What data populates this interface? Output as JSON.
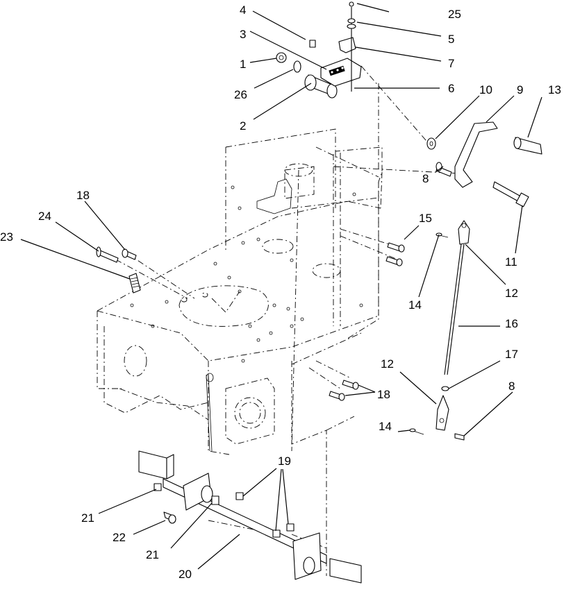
{
  "figure": {
    "callouts": [
      {
        "id": "c1",
        "label": "1"
      },
      {
        "id": "c2",
        "label": "2"
      },
      {
        "id": "c3",
        "label": "3"
      },
      {
        "id": "c4",
        "label": "4"
      },
      {
        "id": "c5",
        "label": "5"
      },
      {
        "id": "c6",
        "label": "6"
      },
      {
        "id": "c7",
        "label": "7"
      },
      {
        "id": "c8a",
        "label": "8"
      },
      {
        "id": "c8b",
        "label": "8"
      },
      {
        "id": "c9",
        "label": "9"
      },
      {
        "id": "c10",
        "label": "10"
      },
      {
        "id": "c11",
        "label": "11"
      },
      {
        "id": "c12a",
        "label": "12"
      },
      {
        "id": "c12b",
        "label": "12"
      },
      {
        "id": "c13",
        "label": "13"
      },
      {
        "id": "c14a",
        "label": "14"
      },
      {
        "id": "c14b",
        "label": "14"
      },
      {
        "id": "c15",
        "label": "15"
      },
      {
        "id": "c16",
        "label": "16"
      },
      {
        "id": "c17",
        "label": "17"
      },
      {
        "id": "c18a",
        "label": "18"
      },
      {
        "id": "c18b",
        "label": "18"
      },
      {
        "id": "c19",
        "label": "19"
      },
      {
        "id": "c20",
        "label": "20"
      },
      {
        "id": "c21a",
        "label": "21"
      },
      {
        "id": "c21b",
        "label": "21"
      },
      {
        "id": "c22",
        "label": "22"
      },
      {
        "id": "c23",
        "label": "23"
      },
      {
        "id": "c24",
        "label": "24"
      },
      {
        "id": "c25",
        "label": "25"
      },
      {
        "id": "c26",
        "label": "26"
      }
    ]
  }
}
